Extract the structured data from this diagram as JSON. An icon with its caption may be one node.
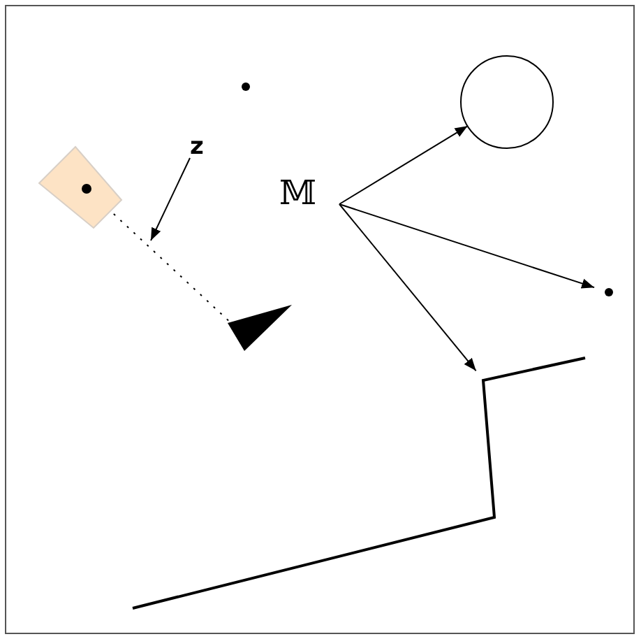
{
  "diagram": {
    "nodes": [
      {
        "text": [],
        "shape": "dot"
      },
      {
        "text": [],
        "shape": "circle"
      },
      {
        "text": [
          "z"
        ]
      },
      {
        "text": [],
        "shape": "box"
      },
      {
        "text": [
          "𝕄"
        ]
      },
      {
        "text": [],
        "shape": "dot"
      },
      {
        "text": [],
        "shape": "triangle"
      },
      {
        "text": [],
        "shape": "line"
      }
    ],
    "edges": [
      {
        "from": 4,
        "to": 1,
        "arrow": "to"
      },
      {
        "from": 4,
        "to": 5,
        "arrow": "to"
      },
      {
        "from": 4,
        "to": 7,
        "arrow": "to"
      },
      {
        "from": 3,
        "to": 6,
        "arrow": "none",
        "style": "dashed"
      },
      {
        "from": 2,
        "to": null,
        "arrow": "to"
      }
    ]
  }
}
